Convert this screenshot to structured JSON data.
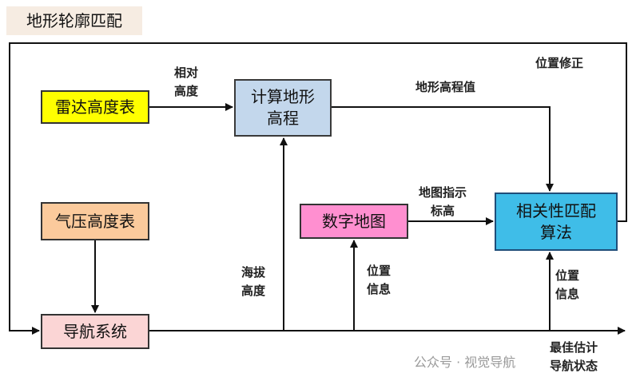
{
  "title": "地形轮廓匹配",
  "boxes": {
    "radar_altimeter": "雷达高度表",
    "compute_elevation": "计算地形\n高程",
    "baro_altimeter": "气压高度表",
    "digital_map": "数字地图",
    "correlation_algorithm": "相关性匹配\n算法",
    "nav_system": "导航系统"
  },
  "labels": {
    "relative_height": "相对\n高度",
    "terrain_elevation": "地形高程值",
    "position_correction": "位置修正",
    "map_indicated_elevation": "地图指示\n标高",
    "altitude": "海拔\n高度",
    "position_info_1": "位置\n信息",
    "position_info_2": "位置\n信息",
    "best_estimate": "最佳估计\n导航状态"
  },
  "watermark": "公众号 · 视觉导航"
}
